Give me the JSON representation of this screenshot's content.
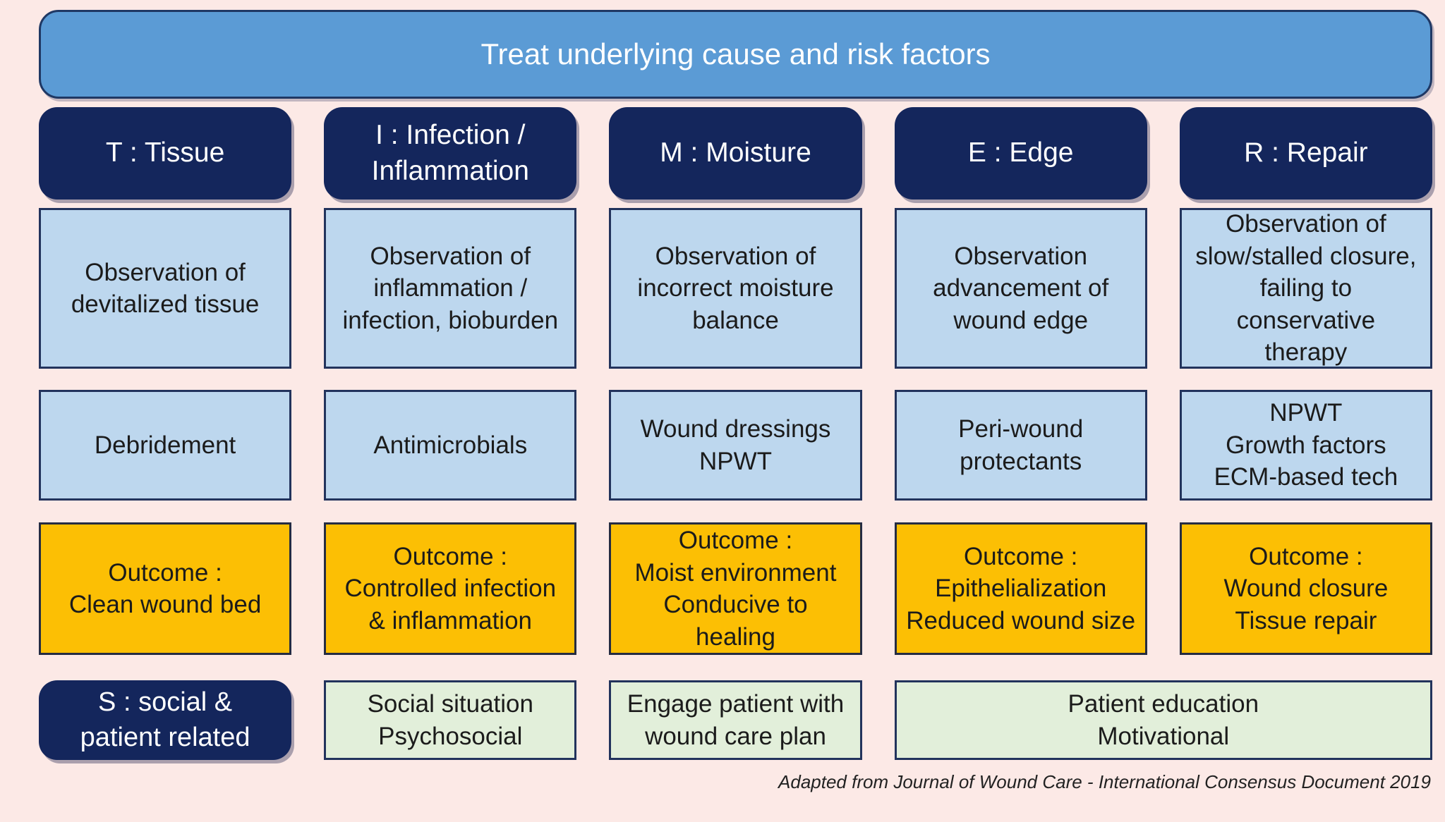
{
  "banner": {
    "label": "Treat underlying cause and risk factors"
  },
  "columns": [
    {
      "id": "tissue",
      "header": "T : Tissue",
      "observation": "Observation of\ndevitalized tissue",
      "management": "Debridement",
      "outcome": "Outcome :\nClean wound bed"
    },
    {
      "id": "infection",
      "header": "I : Infection /\nInflammation",
      "observation": "Observation of\ninflammation /\ninfection, bioburden",
      "management": "Antimicrobials",
      "outcome": "Outcome :\nControlled infection\n& inflammation"
    },
    {
      "id": "moisture",
      "header": "M : Moisture",
      "observation": "Observation of\nincorrect moisture\nbalance",
      "management": "Wound dressings\nNPWT",
      "outcome": "Outcome :\nMoist environment\nConducive to\nhealing"
    },
    {
      "id": "edge",
      "header": "E : Edge",
      "observation": "Observation\nadvancement of\nwound edge",
      "management": "Peri-wound\nprotectants",
      "outcome": "Outcome :\nEpithelialization\nReduced wound size"
    },
    {
      "id": "repair",
      "header": "R : Repair",
      "observation": "Observation of\nslow/stalled closure,\nfailing to\nconservative\ntherapy",
      "management": "NPWT\nGrowth factors\nECM-based tech",
      "outcome": "Outcome :\nWound closure\nTissue repair"
    }
  ],
  "social": {
    "header": "S : social &\npatient related",
    "psychosocial": "Social situation\nPsychosocial",
    "engagement": "Engage patient with\nwound care plan",
    "education": "Patient education\nMotivational"
  },
  "footer": {
    "credit": "Adapted from Journal of Wound Care - International Consensus Document 2019"
  },
  "colors": {
    "background": "#fce9e6",
    "banner_fill": "#5b9bd5",
    "banner_border": "#1f3864",
    "navy_header": "#14265c",
    "light_blue_cell": "#bdd7ee",
    "outcome_orange": "#fcbf04",
    "social_green": "#e2efda",
    "cell_border": "#22335c",
    "text_dark": "#1b1b1b",
    "text_light": "#ffffff"
  }
}
